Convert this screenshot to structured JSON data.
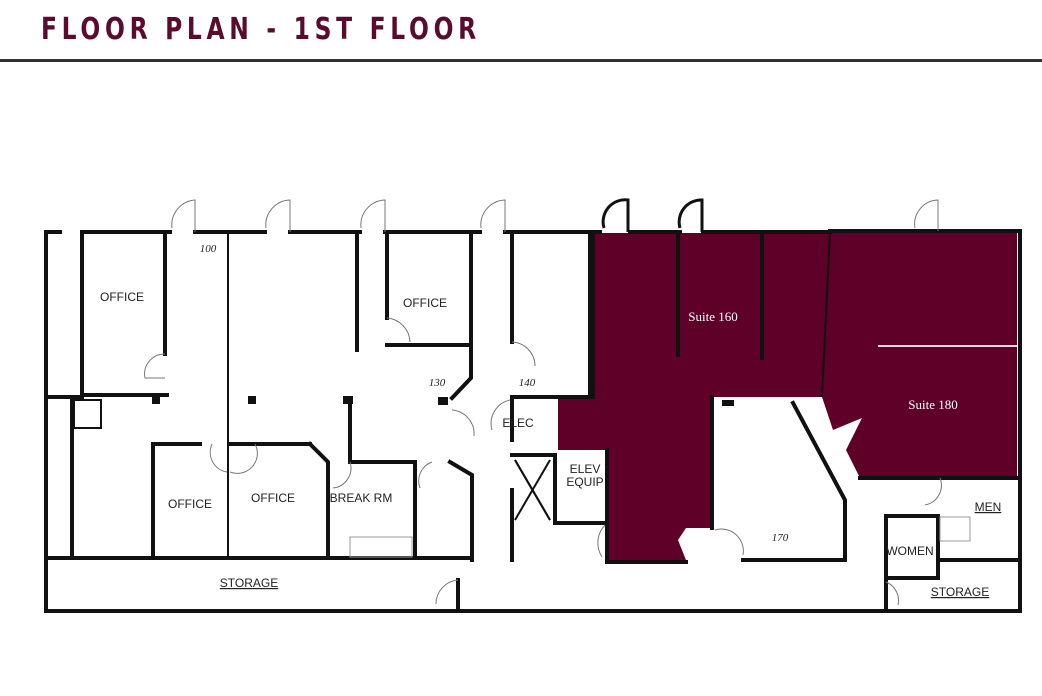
{
  "title": "FLOOR PLAN - 1ST FLOOR",
  "colors": {
    "suite_fill": "#5e0028",
    "title": "#5a0c2e",
    "walls": "#111111"
  },
  "rooms": {
    "office_1": "OFFICE",
    "office_2": "OFFICE",
    "office_3": "OFFICE",
    "office_4": "OFFICE",
    "break_room": "BREAK RM",
    "storage_left": "STORAGE",
    "elec": "ELEC",
    "elev_equip_1": "ELEV",
    "elev_equip_2": "EQUIP",
    "women": "WOMEN",
    "men": "MEN",
    "storage_right": "STORAGE"
  },
  "room_numbers": {
    "r100": "100",
    "r130": "130",
    "r140": "140",
    "r170": "170"
  },
  "suites": [
    {
      "label": "Suite 160",
      "highlighted": true
    },
    {
      "label": "Suite 180",
      "highlighted": true
    }
  ]
}
